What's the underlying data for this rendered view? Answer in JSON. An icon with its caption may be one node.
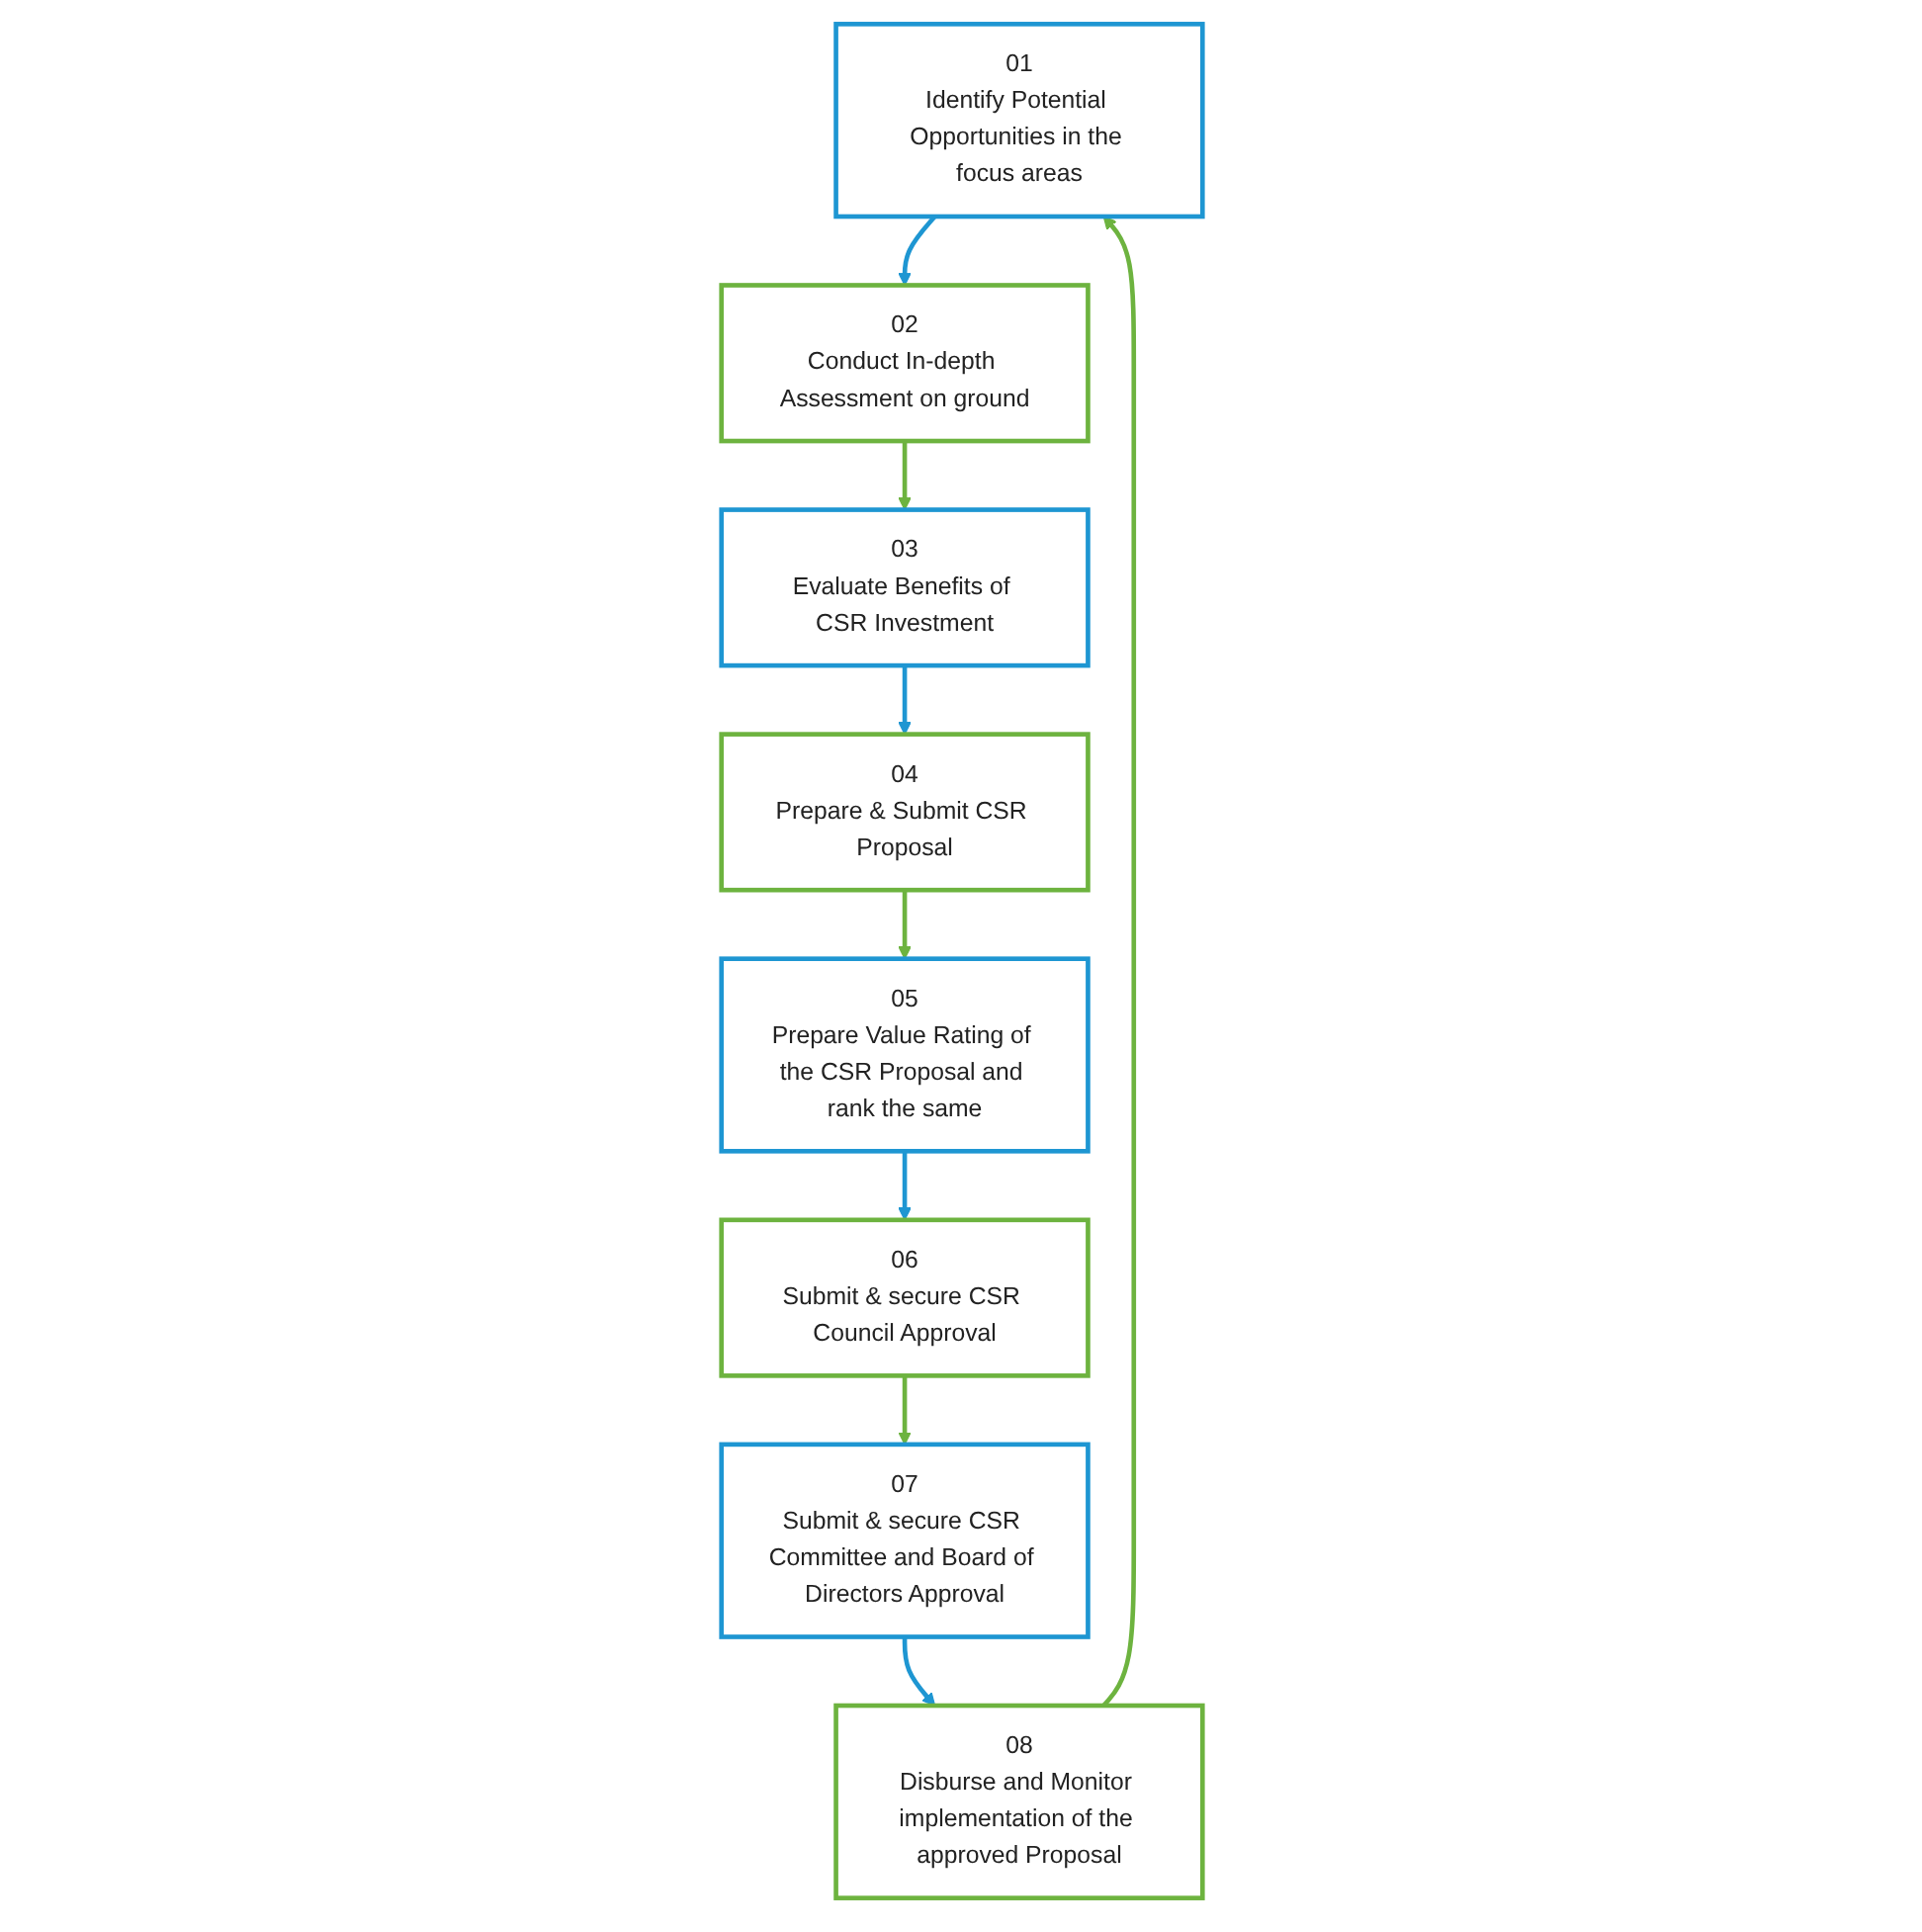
{
  "diagram": {
    "nodes": [
      {
        "text": [
          "01",
          "Identify Potential Opportunities in the focus areas"
        ]
      },
      {
        "text": [
          "02",
          "Conduct In-depth Assessment on ground"
        ]
      },
      {
        "text": [
          "03",
          "Evaluate Benefits of CSR Investment"
        ]
      },
      {
        "text": [
          "04",
          "Prepare & Submit CSR Proposal"
        ]
      },
      {
        "text": [
          "05",
          "Prepare Value Rating of the CSR Proposal and rank the same"
        ]
      },
      {
        "text": [
          "06",
          "Submit & secure CSR Council Approval"
        ]
      },
      {
        "text": [
          "07",
          "Submit & secure CSR Committee and Board of Directors Approval"
        ]
      },
      {
        "text": [
          "08",
          "Disburse and Monitor implementation of the approved Proposal"
        ]
      }
    ],
    "edges": [
      {
        "from": 0,
        "to": 1,
        "arrow": "to",
        "color": "#1e96d2"
      },
      {
        "from": 1,
        "to": 2,
        "arrow": "to",
        "color": "#6db33f"
      },
      {
        "from": 2,
        "to": 3,
        "arrow": "to",
        "color": "#1e96d2"
      },
      {
        "from": 3,
        "to": 4,
        "arrow": "to",
        "color": "#6db33f"
      },
      {
        "from": 4,
        "to": 5,
        "arrow": "to",
        "color": "#1e96d2"
      },
      {
        "from": 5,
        "to": 6,
        "arrow": "to",
        "color": "#6db33f"
      },
      {
        "from": 6,
        "to": 7,
        "arrow": "to",
        "color": "#1e96d2"
      },
      {
        "from": 7,
        "to": 0,
        "arrow": "to",
        "color": "#6db33f"
      }
    ]
  }
}
